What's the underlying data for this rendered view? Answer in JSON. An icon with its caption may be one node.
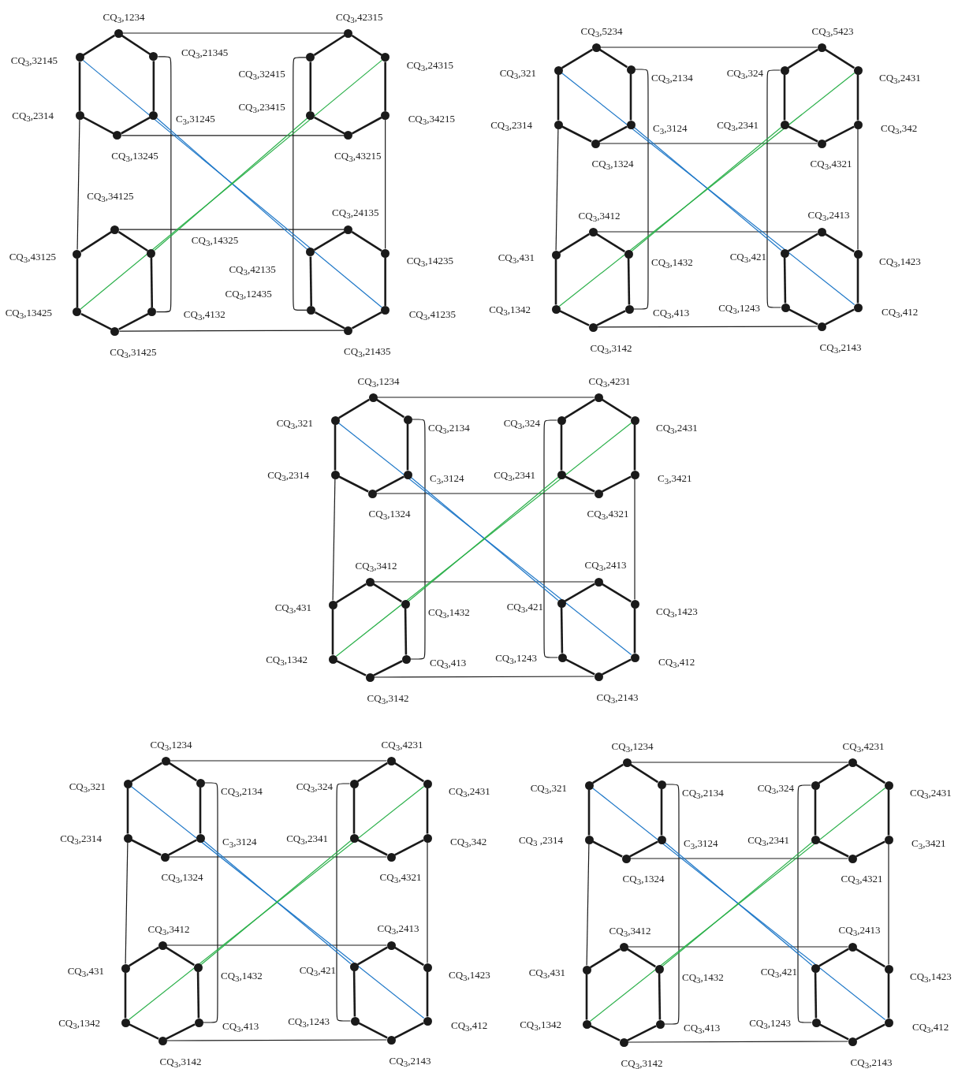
{
  "diagram": {
    "nodes": [
      {
        "text": [],
        "shape": "circle",
        "beside": [
          "CQ$_{3}$,1234"
        ]
      },
      {
        "text": [],
        "shape": "circle",
        "beside": [
          "CQ$_{3}$,21345"
        ]
      },
      {
        "text": [],
        "shape": "circle",
        "beside": [
          "C$_{3}$,31245"
        ]
      },
      {
        "text": [],
        "shape": "circle",
        "beside": [
          "CQ$_{3}$,13245"
        ]
      },
      {
        "text": [],
        "shape": "circle",
        "beside": [
          "CQ$_{3}$,2314"
        ]
      },
      {
        "text": [],
        "shape": "circle",
        "beside": [
          "CQ$_{3}$,32145"
        ]
      },
      {
        "text": [],
        "shape": "circle",
        "beside": [
          "CQ$_{3}$,42315"
        ]
      },
      {
        "text": [],
        "shape": "circle",
        "beside": [
          "CQ$_{3}$,24315"
        ]
      },
      {
        "text": [],
        "shape": "circle",
        "beside": [
          "CQ$_{3}$,34215"
        ]
      },
      {
        "text": [],
        "shape": "circle",
        "beside": [
          "CQ$_{3}$,43215"
        ]
      },
      {
        "text": [],
        "shape": "circle",
        "beside": [
          "CQ$_{3}$,23415"
        ]
      },
      {
        "text": [],
        "shape": "circle",
        "beside": [
          "CQ$_{3}$,32415"
        ]
      },
      {
        "text": [],
        "shape": "circle",
        "beside": [
          "CQ$_{3}$,34125"
        ]
      },
      {
        "text": [],
        "shape": "circle",
        "beside": [
          "CQ$_{3}$,14325"
        ]
      },
      {
        "text": [],
        "shape": "circle",
        "beside": [
          "CQ$_{3}$,4132"
        ]
      },
      {
        "text": [],
        "shape": "circle",
        "beside": [
          "CQ$_{3}$,31425"
        ]
      },
      {
        "text": [],
        "shape": "circle",
        "beside": [
          "CQ$_{3}$,13425"
        ]
      },
      {
        "text": [],
        "shape": "circle",
        "beside": [
          "CQ$_{3}$,43125"
        ]
      },
      {
        "text": [],
        "shape": "circle",
        "beside": [
          "CQ$_{3}$,24135"
        ]
      },
      {
        "text": [],
        "shape": "circle",
        "beside": [
          "CQ$_{3}$,14235"
        ]
      },
      {
        "text": [],
        "shape": "circle",
        "beside": [
          "CQ$_{3}$,41235"
        ]
      },
      {
        "text": [],
        "shape": "circle",
        "beside": [
          "CQ$_{3}$,21435"
        ]
      },
      {
        "text": [],
        "shape": "circle",
        "beside": [
          "CQ$_{3}$,12435"
        ]
      },
      {
        "text": [],
        "shape": "circle",
        "beside": [
          "CQ$_{3}$,42135"
        ]
      },
      {
        "text": [],
        "shape": "circle",
        "beside": [
          "CQ$_{3}$,5234"
        ]
      },
      {
        "text": [],
        "shape": "circle",
        "beside": [
          "CQ$_{3}$,2134"
        ]
      },
      {
        "text": [],
        "shape": "circle",
        "beside": [
          "C$_{3}$,3124"
        ]
      },
      {
        "text": [],
        "shape": "circle",
        "beside": [
          "CQ$_{3}$,1324"
        ]
      },
      {
        "text": [],
        "shape": "circle",
        "beside": [
          "CQ$_{3}$,2314"
        ]
      },
      {
        "text": [],
        "shape": "circle",
        "beside": [
          "CQ$_{3}$,321"
        ]
      },
      {
        "text": [],
        "shape": "circle",
        "beside": [
          "CQ$_{3}$,5423"
        ]
      },
      {
        "text": [],
        "shape": "circle",
        "beside": [
          "CQ$_{3}$,2431"
        ]
      },
      {
        "text": [],
        "shape": "circle",
        "beside": [
          "CQ$_{3}$,342"
        ]
      },
      {
        "text": [],
        "shape": "circle",
        "beside": [
          "CQ$_{3}$,4321"
        ]
      },
      {
        "text": [],
        "shape": "circle",
        "beside": [
          "CQ$_{3}$,2341"
        ]
      },
      {
        "text": [],
        "shape": "circle",
        "beside": [
          "CQ$_{3}$,324"
        ]
      },
      {
        "text": [],
        "shape": "circle",
        "beside": [
          "CQ$_{3}$,3412"
        ]
      },
      {
        "text": [],
        "shape": "circle",
        "beside": [
          "CQ$_{3}$,1432"
        ]
      },
      {
        "text": [],
        "shape": "circle",
        "beside": [
          "CQ$_{3}$,413"
        ]
      },
      {
        "text": [],
        "shape": "circle",
        "beside": [
          "CQ$_{3}$,3142"
        ]
      },
      {
        "text": [],
        "shape": "circle",
        "beside": [
          "CQ$_{3}$,1342"
        ]
      },
      {
        "text": [],
        "shape": "circle",
        "beside": [
          "CQ$_{3}$,431"
        ]
      },
      {
        "text": [],
        "shape": "circle",
        "beside": [
          "CQ$_{3}$,2413"
        ]
      },
      {
        "text": [],
        "shape": "circle",
        "beside": [
          "CQ$_{3}$,1423"
        ]
      },
      {
        "text": [],
        "shape": "circle",
        "beside": [
          "CQ$_{3}$,412"
        ]
      },
      {
        "text": [],
        "shape": "circle",
        "beside": [
          "CQ$_{3}$,2143"
        ]
      },
      {
        "text": [],
        "shape": "circle",
        "beside": [
          "CQ$_{3}$,1243"
        ]
      },
      {
        "text": [],
        "shape": "circle",
        "beside": [
          "CQ$_{3}$,421"
        ]
      },
      {
        "text": [],
        "shape": "circle",
        "beside": [
          "CQ$_{3}$,1234"
        ]
      },
      {
        "text": [],
        "shape": "circle",
        "beside": [
          "CQ$_{3}$,2134"
        ]
      },
      {
        "text": [],
        "shape": "circle",
        "beside": [
          "C$_{3}$,3124"
        ]
      },
      {
        "text": [],
        "shape": "circle",
        "beside": [
          "CQ$_{3}$,1324"
        ]
      },
      {
        "text": [],
        "shape": "circle",
        "beside": [
          "CQ$_{3}$,2314"
        ]
      },
      {
        "text": [],
        "shape": "circle",
        "beside": [
          "CQ$_{3}$,321"
        ]
      },
      {
        "text": [],
        "shape": "circle",
        "beside": [
          "CQ$_{3}$,4231"
        ]
      },
      {
        "text": [],
        "shape": "circle",
        "beside": [
          "CQ$_{3}$,2431"
        ]
      },
      {
        "text": [],
        "shape": "circle",
        "beside": [
          "C$_{3}$,3421"
        ]
      },
      {
        "text": [],
        "shape": "circle",
        "beside": [
          "CQ$_{3}$,4321"
        ]
      },
      {
        "text": [],
        "shape": "circle",
        "beside": [
          "CQ$_{3}$,2341"
        ]
      },
      {
        "text": [],
        "shape": "circle",
        "beside": [
          "CQ$_{3}$,324"
        ]
      },
      {
        "text": [],
        "shape": "circle",
        "beside": [
          "CQ$_{3}$,3412"
        ]
      },
      {
        "text": [],
        "shape": "circle",
        "beside": [
          "CQ$_{3}$,1432"
        ]
      },
      {
        "text": [],
        "shape": "circle",
        "beside": [
          "CQ$_{3}$,413"
        ]
      },
      {
        "text": [],
        "shape": "circle",
        "beside": [
          "CQ$_{3}$,3142"
        ]
      },
      {
        "text": [],
        "shape": "circle",
        "beside": [
          "CQ$_{3}$,1342"
        ]
      },
      {
        "text": [],
        "shape": "circle",
        "beside": [
          "CQ$_{3}$,431"
        ]
      },
      {
        "text": [],
        "shape": "circle",
        "beside": [
          "CQ$_{3}$,2413"
        ]
      },
      {
        "text": [],
        "shape": "circle",
        "beside": [
          "CQ$_{3}$,1423"
        ]
      },
      {
        "text": [],
        "shape": "circle",
        "beside": [
          "CQ$_{3}$,412"
        ]
      },
      {
        "text": [],
        "shape": "circle",
        "beside": [
          "CQ$_{3}$,2143"
        ]
      },
      {
        "text": [],
        "shape": "circle",
        "beside": [
          "CQ$_{3}$,1243"
        ]
      },
      {
        "text": [],
        "shape": "circle",
        "beside": [
          "CQ$_{3}$,421"
        ]
      },
      {
        "text": [],
        "shape": "circle",
        "beside": [
          "CQ$_{3}$,1234"
        ]
      },
      {
        "text": [],
        "shape": "circle",
        "beside": [
          "CQ$_{3}$,2134"
        ]
      },
      {
        "text": [],
        "shape": "circle",
        "beside": [
          "C$_{3}$,3124"
        ]
      },
      {
        "text": [],
        "shape": "circle",
        "beside": [
          "CQ$_{3}$,1324"
        ]
      },
      {
        "text": [],
        "shape": "circle",
        "beside": [
          "CQ$_{3}$,2314"
        ]
      },
      {
        "text": [],
        "shape": "circle",
        "beside": [
          "CQ$_{3}$,321"
        ]
      },
      {
        "text": [],
        "shape": "circle",
        "beside": [
          "CQ$_{3}$,4231"
        ]
      },
      {
        "text": [],
        "shape": "circle",
        "beside": [
          "CQ$_{3}$,2431"
        ]
      },
      {
        "text": [],
        "shape": "circle",
        "beside": [
          "CQ$_{3}$,342"
        ]
      },
      {
        "text": [],
        "shape": "circle",
        "beside": [
          "CQ$_{3}$,4321"
        ]
      },
      {
        "text": [],
        "shape": "circle",
        "beside": [
          "CQ$_{3}$,2341"
        ]
      },
      {
        "text": [],
        "shape": "circle",
        "beside": [
          "CQ$_{3}$,324"
        ]
      },
      {
        "text": [],
        "shape": "circle",
        "beside": [
          "CQ$_{3}$,3412"
        ]
      },
      {
        "text": [],
        "shape": "circle",
        "beside": [
          "CQ$_{3}$,1432"
        ]
      },
      {
        "text": [],
        "shape": "circle",
        "beside": [
          "CQ$_{3}$,413"
        ]
      },
      {
        "text": [],
        "shape": "circle",
        "beside": [
          "CQ$_{3}$,3142"
        ]
      },
      {
        "text": [],
        "shape": "circle",
        "beside": [
          "CQ$_{3}$,1342"
        ]
      },
      {
        "text": [],
        "shape": "circle",
        "beside": [
          "CQ$_{3}$,431"
        ]
      },
      {
        "text": [],
        "shape": "circle",
        "beside": [
          "CQ$_{3}$,2413"
        ]
      },
      {
        "text": [],
        "shape": "circle",
        "beside": [
          "CQ$_{3}$,1423"
        ]
      },
      {
        "text": [],
        "shape": "circle",
        "beside": [
          "CQ$_{3}$,412"
        ]
      },
      {
        "text": [],
        "shape": "circle",
        "beside": [
          "CQ$_{3}$,2143"
        ]
      },
      {
        "text": [],
        "shape": "circle",
        "beside": [
          "CQ$_{3}$,1243"
        ]
      },
      {
        "text": [],
        "shape": "circle",
        "beside": [
          "CQ$_{3}$,421"
        ]
      },
      {
        "text": [],
        "shape": "circle",
        "beside": [
          "CQ$_{3}$,1234"
        ]
      },
      {
        "text": [],
        "shape": "circle",
        "beside": [
          "CQ$_{3}$,2134"
        ]
      },
      {
        "text": [],
        "shape": "circle",
        "beside": [
          "C$_{3}$,3124"
        ]
      },
      {
        "text": [],
        "shape": "circle",
        "beside": [
          "CQ$_{3}$,1324"
        ]
      },
      {
        "text": [],
        "shape": "circle",
        "beside": [
          "CQ$_{3}$ ,2314"
        ]
      },
      {
        "text": [],
        "shape": "circle",
        "beside": [
          "CQ$_{3}$,321"
        ]
      },
      {
        "text": [],
        "shape": "circle",
        "beside": [
          "CQ$_{3}$,4231"
        ]
      },
      {
        "text": [],
        "shape": "circle",
        "beside": [
          "CQ$_{3}$,2431"
        ]
      },
      {
        "text": [],
        "shape": "circle",
        "beside": [
          "C$_{3}$,3421"
        ]
      },
      {
        "text": [],
        "shape": "circle",
        "beside": [
          "CQ$_{3}$,4321"
        ]
      },
      {
        "text": [],
        "shape": "circle",
        "beside": [
          "CQ$_{3}$,2341"
        ]
      },
      {
        "text": [],
        "shape": "circle",
        "beside": [
          "CQ$_{3}$,324"
        ]
      },
      {
        "text": [],
        "shape": "circle",
        "beside": [
          "CQ$_{3}$,3412"
        ]
      },
      {
        "text": [],
        "shape": "circle",
        "beside": [
          "CQ$_{3}$,1432"
        ]
      },
      {
        "text": [],
        "shape": "circle",
        "beside": [
          "CQ$_{3}$,413"
        ]
      },
      {
        "text": [],
        "shape": "circle",
        "beside": [
          "CQ$_{3}$,3142"
        ]
      },
      {
        "text": [],
        "shape": "circle",
        "beside": [
          "CQ$_{3}$,1342"
        ]
      },
      {
        "text": [],
        "shape": "circle",
        "beside": [
          "CQ$_{3}$,431"
        ]
      },
      {
        "text": [],
        "shape": "circle",
        "beside": [
          "CQ$_{3}$,2413"
        ]
      },
      {
        "text": [],
        "shape": "circle",
        "beside": [
          "CQ$_{3}$,1423"
        ]
      },
      {
        "text": [],
        "shape": "circle",
        "beside": [
          "CQ$_{3}$,412"
        ]
      },
      {
        "text": [],
        "shape": "circle",
        "beside": [
          "CQ$_{3}$,2143"
        ]
      },
      {
        "text": [],
        "shape": "circle",
        "beside": [
          "CQ$_{3}$,1243"
        ]
      },
      {
        "text": [],
        "shape": "circle",
        "beside": [
          "CQ$_{3}$,421"
        ]
      }
    ],
    "edges": [
      {
        "from": 0,
        "to": 1,
        "arrow": "none"
      },
      {
        "from": 1,
        "to": 2,
        "arrow": "none"
      },
      {
        "from": 2,
        "to": 3,
        "arrow": "none"
      },
      {
        "from": 3,
        "to": 4,
        "arrow": "none"
      },
      {
        "from": 4,
        "to": 5,
        "arrow": "none"
      },
      {
        "from": 5,
        "to": 0,
        "arrow": "none"
      },
      {
        "from": 6,
        "to": 7,
        "arrow": "none"
      },
      {
        "from": 7,
        "to": 8,
        "arrow": "none"
      },
      {
        "from": 8,
        "to": 9,
        "arrow": "none"
      },
      {
        "from": 9,
        "to": 10,
        "arrow": "none"
      },
      {
        "from": 10,
        "to": 11,
        "arrow": "none"
      },
      {
        "from": 11,
        "to": 6,
        "arrow": "none"
      },
      {
        "from": 12,
        "to": 13,
        "arrow": "none"
      },
      {
        "from": 13,
        "to": 14,
        "arrow": "none"
      },
      {
        "from": 14,
        "to": 15,
        "arrow": "none"
      },
      {
        "from": 15,
        "to": 16,
        "arrow": "none"
      },
      {
        "from": 16,
        "to": 17,
        "arrow": "none"
      },
      {
        "from": 17,
        "to": 12,
        "arrow": "none"
      },
      {
        "from": 18,
        "to": 19,
        "arrow": "none"
      },
      {
        "from": 19,
        "to": 20,
        "arrow": "none"
      },
      {
        "from": 20,
        "to": 21,
        "arrow": "none"
      },
      {
        "from": 21,
        "to": 22,
        "arrow": "none"
      },
      {
        "from": 22,
        "to": 23,
        "arrow": "none"
      },
      {
        "from": 23,
        "to": 18,
        "arrow": "none"
      },
      {
        "from": 0,
        "to": 6,
        "arrow": "none"
      },
      {
        "from": 3,
        "to": 9,
        "arrow": "none"
      },
      {
        "from": 1,
        "to": 14,
        "arrow": "none"
      },
      {
        "from": 4,
        "to": 17,
        "arrow": "none"
      },
      {
        "from": 11,
        "to": 22,
        "arrow": "none"
      },
      {
        "from": 8,
        "to": 19,
        "arrow": "none"
      },
      {
        "from": 12,
        "to": 18,
        "arrow": "none"
      },
      {
        "from": 15,
        "to": 21,
        "arrow": "none"
      },
      {
        "from": 5,
        "to": 20,
        "arrow": "none",
        "color": "#1f78c8"
      },
      {
        "from": 2,
        "to": 23,
        "arrow": "none",
        "color": "#1f78c8"
      },
      {
        "from": 16,
        "to": 7,
        "arrow": "none",
        "color": "#2bb04a"
      },
      {
        "from": 13,
        "to": 10,
        "arrow": "none",
        "color": "#2bb04a"
      },
      {
        "from": 24,
        "to": 25,
        "arrow": "none"
      },
      {
        "from": 25,
        "to": 26,
        "arrow": "none"
      },
      {
        "from": 26,
        "to": 27,
        "arrow": "none"
      },
      {
        "from": 27,
        "to": 28,
        "arrow": "none"
      },
      {
        "from": 28,
        "to": 29,
        "arrow": "none"
      },
      {
        "from": 29,
        "to": 24,
        "arrow": "none"
      },
      {
        "from": 30,
        "to": 31,
        "arrow": "none"
      },
      {
        "from": 31,
        "to": 32,
        "arrow": "none"
      },
      {
        "from": 32,
        "to": 33,
        "arrow": "none"
      },
      {
        "from": 33,
        "to": 34,
        "arrow": "none"
      },
      {
        "from": 34,
        "to": 35,
        "arrow": "none"
      },
      {
        "from": 35,
        "to": 30,
        "arrow": "none"
      },
      {
        "from": 36,
        "to": 37,
        "arrow": "none"
      },
      {
        "from": 37,
        "to": 38,
        "arrow": "none"
      },
      {
        "from": 38,
        "to": 39,
        "arrow": "none"
      },
      {
        "from": 39,
        "to": 40,
        "arrow": "none"
      },
      {
        "from": 40,
        "to": 41,
        "arrow": "none"
      },
      {
        "from": 41,
        "to": 36,
        "arrow": "none"
      },
      {
        "from": 42,
        "to": 43,
        "arrow": "none"
      },
      {
        "from": 43,
        "to": 44,
        "arrow": "none"
      },
      {
        "from": 44,
        "to": 45,
        "arrow": "none"
      },
      {
        "from": 45,
        "to": 46,
        "arrow": "none"
      },
      {
        "from": 46,
        "to": 47,
        "arrow": "none"
      },
      {
        "from": 47,
        "to": 42,
        "arrow": "none"
      },
      {
        "from": 24,
        "to": 30,
        "arrow": "none"
      },
      {
        "from": 27,
        "to": 33,
        "arrow": "none"
      },
      {
        "from": 25,
        "to": 38,
        "arrow": "none"
      },
      {
        "from": 28,
        "to": 41,
        "arrow": "none"
      },
      {
        "from": 35,
        "to": 46,
        "arrow": "none"
      },
      {
        "from": 32,
        "to": 43,
        "arrow": "none"
      },
      {
        "from": 36,
        "to": 42,
        "arrow": "none"
      },
      {
        "from": 39,
        "to": 45,
        "arrow": "none"
      },
      {
        "from": 29,
        "to": 44,
        "arrow": "none",
        "color": "#1f78c8"
      },
      {
        "from": 26,
        "to": 47,
        "arrow": "none",
        "color": "#1f78c8"
      },
      {
        "from": 40,
        "to": 31,
        "arrow": "none",
        "color": "#2bb04a"
      },
      {
        "from": 37,
        "to": 34,
        "arrow": "none",
        "color": "#2bb04a"
      },
      {
        "from": 48,
        "to": 49,
        "arrow": "none"
      },
      {
        "from": 49,
        "to": 50,
        "arrow": "none"
      },
      {
        "from": 50,
        "to": 51,
        "arrow": "none"
      },
      {
        "from": 51,
        "to": 52,
        "arrow": "none"
      },
      {
        "from": 52,
        "to": 53,
        "arrow": "none"
      },
      {
        "from": 53,
        "to": 48,
        "arrow": "none"
      },
      {
        "from": 54,
        "to": 55,
        "arrow": "none"
      },
      {
        "from": 55,
        "to": 56,
        "arrow": "none"
      },
      {
        "from": 56,
        "to": 57,
        "arrow": "none"
      },
      {
        "from": 57,
        "to": 58,
        "arrow": "none"
      },
      {
        "from": 58,
        "to": 59,
        "arrow": "none"
      },
      {
        "from": 59,
        "to": 54,
        "arrow": "none"
      },
      {
        "from": 60,
        "to": 61,
        "arrow": "none"
      },
      {
        "from": 61,
        "to": 62,
        "arrow": "none"
      },
      {
        "from": 62,
        "to": 63,
        "arrow": "none"
      },
      {
        "from": 63,
        "to": 64,
        "arrow": "none"
      },
      {
        "from": 64,
        "to": 65,
        "arrow": "none"
      },
      {
        "from": 65,
        "to": 60,
        "arrow": "none"
      },
      {
        "from": 66,
        "to": 67,
        "arrow": "none"
      },
      {
        "from": 67,
        "to": 68,
        "arrow": "none"
      },
      {
        "from": 68,
        "to": 69,
        "arrow": "none"
      },
      {
        "from": 69,
        "to": 70,
        "arrow": "none"
      },
      {
        "from": 70,
        "to": 71,
        "arrow": "none"
      },
      {
        "from": 71,
        "to": 66,
        "arrow": "none"
      },
      {
        "from": 48,
        "to": 54,
        "arrow": "none"
      },
      {
        "from": 51,
        "to": 57,
        "arrow": "none"
      },
      {
        "from": 49,
        "to": 62,
        "arrow": "none"
      },
      {
        "from": 52,
        "to": 65,
        "arrow": "none"
      },
      {
        "from": 59,
        "to": 70,
        "arrow": "none"
      },
      {
        "from": 56,
        "to": 67,
        "arrow": "none"
      },
      {
        "from": 60,
        "to": 66,
        "arrow": "none"
      },
      {
        "from": 63,
        "to": 69,
        "arrow": "none"
      },
      {
        "from": 53,
        "to": 68,
        "arrow": "none",
        "color": "#1f78c8"
      },
      {
        "from": 50,
        "to": 71,
        "arrow": "none",
        "color": "#1f78c8"
      },
      {
        "from": 64,
        "to": 55,
        "arrow": "none",
        "color": "#2bb04a"
      },
      {
        "from": 61,
        "to": 58,
        "arrow": "none",
        "color": "#2bb04a"
      },
      {
        "from": 72,
        "to": 73,
        "arrow": "none"
      },
      {
        "from": 73,
        "to": 74,
        "arrow": "none"
      },
      {
        "from": 74,
        "to": 75,
        "arrow": "none"
      },
      {
        "from": 75,
        "to": 76,
        "arrow": "none"
      },
      {
        "from": 76,
        "to": 77,
        "arrow": "none"
      },
      {
        "from": 77,
        "to": 72,
        "arrow": "none"
      },
      {
        "from": 78,
        "to": 79,
        "arrow": "none"
      },
      {
        "from": 79,
        "to": 80,
        "arrow": "none"
      },
      {
        "from": 80,
        "to": 81,
        "arrow": "none"
      },
      {
        "from": 81,
        "to": 82,
        "arrow": "none"
      },
      {
        "from": 82,
        "to": 83,
        "arrow": "none"
      },
      {
        "from": 83,
        "to": 78,
        "arrow": "none"
      },
      {
        "from": 84,
        "to": 85,
        "arrow": "none"
      },
      {
        "from": 85,
        "to": 86,
        "arrow": "none"
      },
      {
        "from": 86,
        "to": 87,
        "arrow": "none"
      },
      {
        "from": 87,
        "to": 88,
        "arrow": "none"
      },
      {
        "from": 88,
        "to": 89,
        "arrow": "none"
      },
      {
        "from": 89,
        "to": 84,
        "arrow": "none"
      },
      {
        "from": 90,
        "to": 91,
        "arrow": "none"
      },
      {
        "from": 91,
        "to": 92,
        "arrow": "none"
      },
      {
        "from": 92,
        "to": 93,
        "arrow": "none"
      },
      {
        "from": 93,
        "to": 94,
        "arrow": "none"
      },
      {
        "from": 94,
        "to": 95,
        "arrow": "none"
      },
      {
        "from": 95,
        "to": 90,
        "arrow": "none"
      },
      {
        "from": 72,
        "to": 78,
        "arrow": "none"
      },
      {
        "from": 75,
        "to": 81,
        "arrow": "none"
      },
      {
        "from": 73,
        "to": 86,
        "arrow": "none"
      },
      {
        "from": 76,
        "to": 89,
        "arrow": "none"
      },
      {
        "from": 83,
        "to": 94,
        "arrow": "none"
      },
      {
        "from": 80,
        "to": 91,
        "arrow": "none"
      },
      {
        "from": 84,
        "to": 90,
        "arrow": "none"
      },
      {
        "from": 87,
        "to": 93,
        "arrow": "none"
      },
      {
        "from": 77,
        "to": 92,
        "arrow": "none",
        "color": "#1f78c8"
      },
      {
        "from": 74,
        "to": 95,
        "arrow": "none",
        "color": "#1f78c8"
      },
      {
        "from": 88,
        "to": 79,
        "arrow": "none",
        "color": "#2bb04a"
      },
      {
        "from": 85,
        "to": 82,
        "arrow": "none",
        "color": "#2bb04a"
      },
      {
        "from": 96,
        "to": 97,
        "arrow": "none"
      },
      {
        "from": 97,
        "to": 98,
        "arrow": "none"
      },
      {
        "from": 98,
        "to": 99,
        "arrow": "none"
      },
      {
        "from": 99,
        "to": 100,
        "arrow": "none"
      },
      {
        "from": 100,
        "to": 101,
        "arrow": "none"
      },
      {
        "from": 101,
        "to": 96,
        "arrow": "none"
      },
      {
        "from": 102,
        "to": 103,
        "arrow": "none"
      },
      {
        "from": 103,
        "to": 104,
        "arrow": "none"
      },
      {
        "from": 104,
        "to": 105,
        "arrow": "none"
      },
      {
        "from": 105,
        "to": 106,
        "arrow": "none"
      },
      {
        "from": 106,
        "to": 107,
        "arrow": "none"
      },
      {
        "from": 107,
        "to": 102,
        "arrow": "none"
      },
      {
        "from": 108,
        "to": 109,
        "arrow": "none"
      },
      {
        "from": 109,
        "to": 110,
        "arrow": "none"
      },
      {
        "from": 110,
        "to": 111,
        "arrow": "none"
      },
      {
        "from": 111,
        "to": 112,
        "arrow": "none"
      },
      {
        "from": 112,
        "to": 113,
        "arrow": "none"
      },
      {
        "from": 113,
        "to": 108,
        "arrow": "none"
      },
      {
        "from": 114,
        "to": 115,
        "arrow": "none"
      },
      {
        "from": 115,
        "to": 116,
        "arrow": "none"
      },
      {
        "from": 116,
        "to": 117,
        "arrow": "none"
      },
      {
        "from": 117,
        "to": 118,
        "arrow": "none"
      },
      {
        "from": 118,
        "to": 119,
        "arrow": "none"
      },
      {
        "from": 119,
        "to": 114,
        "arrow": "none"
      },
      {
        "from": 96,
        "to": 102,
        "arrow": "none"
      },
      {
        "from": 99,
        "to": 105,
        "arrow": "none"
      },
      {
        "from": 97,
        "to": 110,
        "arrow": "none"
      },
      {
        "from": 100,
        "to": 113,
        "arrow": "none"
      },
      {
        "from": 107,
        "to": 118,
        "arrow": "none"
      },
      {
        "from": 104,
        "to": 115,
        "arrow": "none"
      },
      {
        "from": 108,
        "to": 114,
        "arrow": "none"
      },
      {
        "from": 111,
        "to": 117,
        "arrow": "none"
      },
      {
        "from": 101,
        "to": 116,
        "arrow": "none",
        "color": "#1f78c8"
      },
      {
        "from": 98,
        "to": 119,
        "arrow": "none",
        "color": "#1f78c8"
      },
      {
        "from": 112,
        "to": 103,
        "arrow": "none",
        "color": "#2bb04a"
      },
      {
        "from": 109,
        "to": 106,
        "arrow": "none",
        "color": "#2bb04a"
      }
    ]
  }
}
